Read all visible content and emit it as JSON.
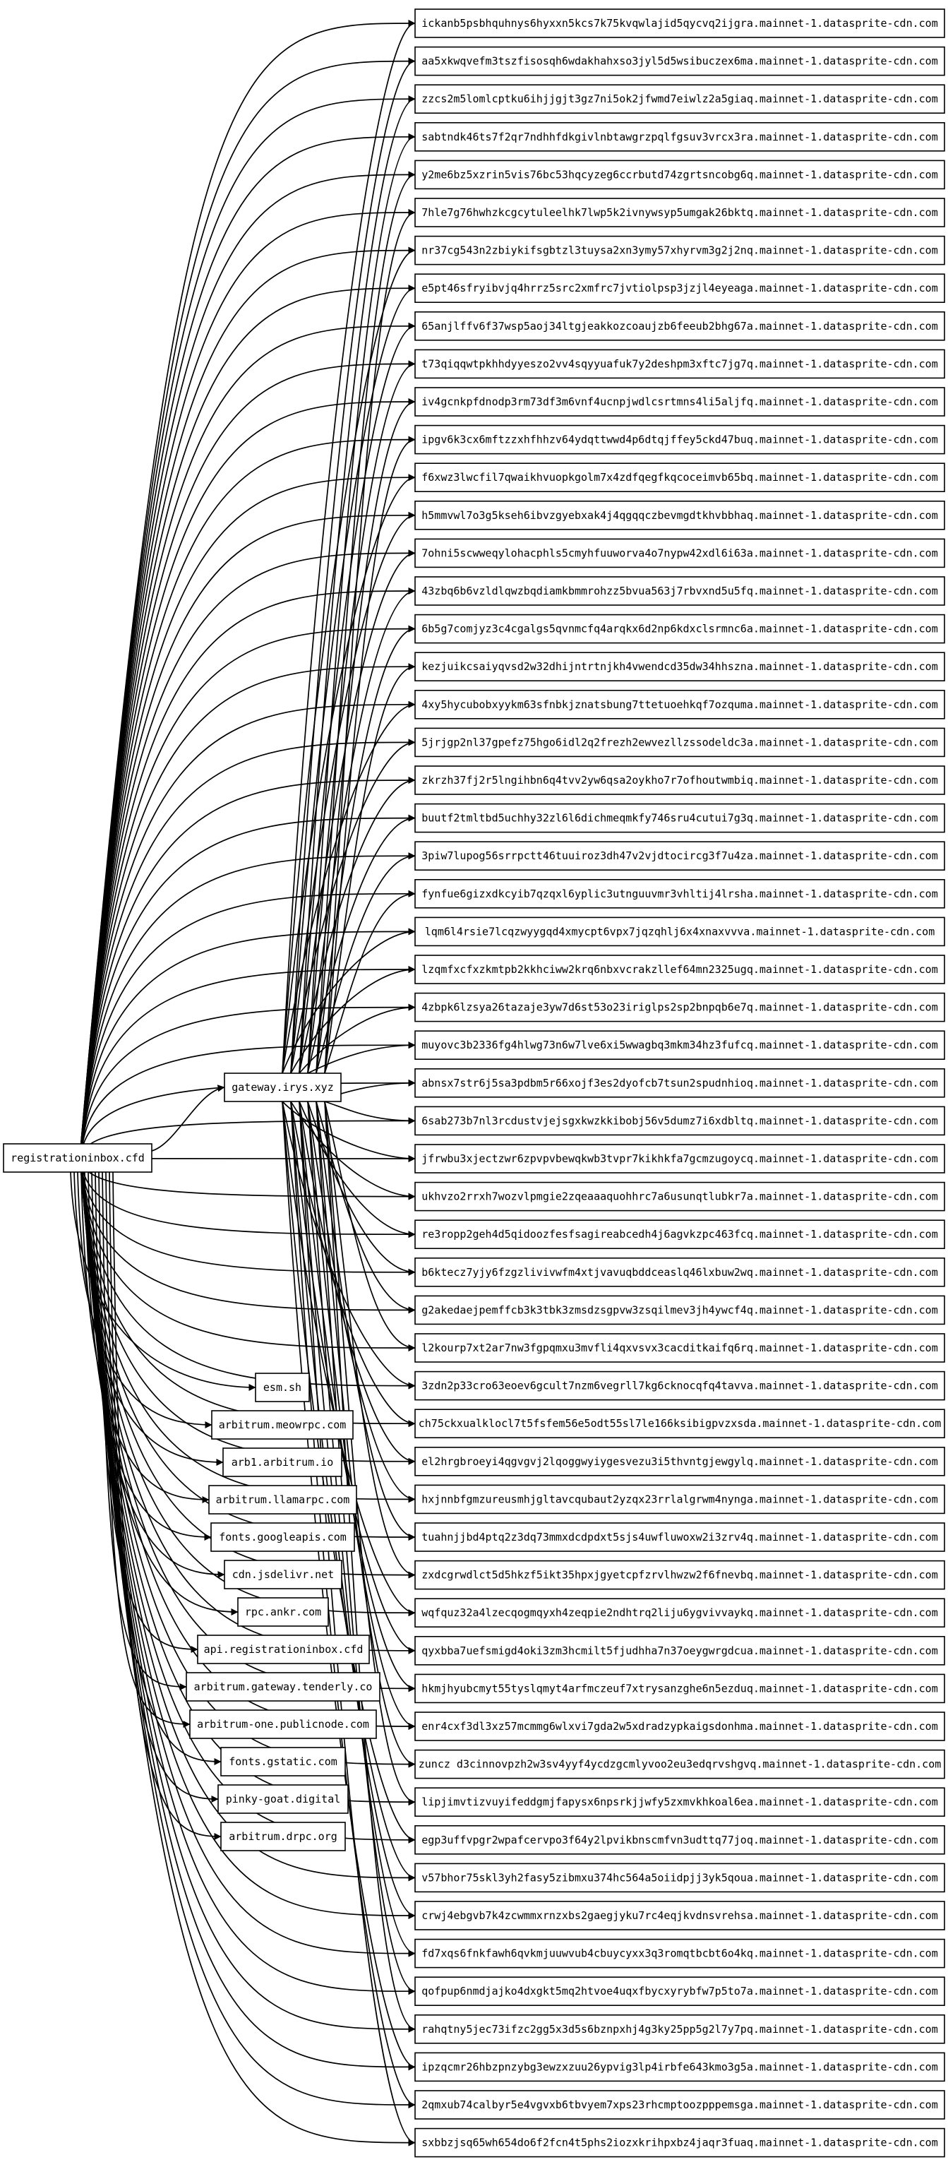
{
  "graph": {
    "root": "registrationinbox.cfd",
    "gateway": "gateway.irys.xyz",
    "direct_hosts": [
      "esm.sh",
      "arbitrum.meowrpc.com",
      "arb1.arbitrum.io",
      "arbitrum.llamarpc.com",
      "fonts.googleapis.com",
      "cdn.jsdelivr.net",
      "rpc.ankr.com",
      "api.registrationinbox.cfd",
      "arbitrum.gateway.tenderly.co",
      "arbitrum-one.publicnode.com",
      "fonts.gstatic.com",
      "pinky-goat.digital",
      "arbitrum.drpc.org"
    ],
    "cdn_hosts": [
      "ickanb5psbhquhnys6hyxxn5kcs7k75kvqwlajid5qycvq2ijgra.mainnet-1.datasprite-cdn.com",
      "aa5xkwqvefm3tszfisosqh6wdakhahxso3jyl5d5wsibuczex6ma.mainnet-1.datasprite-cdn.com",
      "zzcs2m5lomlcptku6ihjjgjt3gz7ni5ok2jfwmd7eiwlz2a5giaq.mainnet-1.datasprite-cdn.com",
      "sabtndk46ts7f2qr7ndhhfdkgivlnbtawgrzpqlfgsuv3vrcx3ra.mainnet-1.datasprite-cdn.com",
      "y2me6bz5xzrin5vis76bc53hqcyzeg6ccrbutd74zgrtsncobg6q.mainnet-1.datasprite-cdn.com",
      "7hle7g76hwhzkcgcytuleelhk7lwp5k2ivnywsyp5umgak26bktq.mainnet-1.datasprite-cdn.com",
      "nr37cg543n2zbiykifsgbtzl3tuysa2xn3ymy57xhyrvm3g2j2nq.mainnet-1.datasprite-cdn.com",
      "e5pt46sfryibvjq4hrrz5src2xmfrc7jvtiolpsp3jzjl4eyeaga.mainnet-1.datasprite-cdn.com",
      "65anjlffv6f37wsp5aoj34ltgjeakkozcoaujzb6feeub2bhg67a.mainnet-1.datasprite-cdn.com",
      "t73qiqqwtpkhhdyyeszo2vv4sqyyuafuk7y2deshpm3xftc7jg7q.mainnet-1.datasprite-cdn.com",
      "iv4gcnkpfdnodp3rm73df3m6vnf4ucnpjwdlcsrtmns4li5aljfq.mainnet-1.datasprite-cdn.com",
      "ipgv6k3cx6mftzzxhfhhzv64ydqttwwd4p6dtqjffey5ckd47buq.mainnet-1.datasprite-cdn.com",
      "f6xwz3lwcfil7qwaikhvuopkgolm7x4zdfqegfkqcoceimvb65bq.mainnet-1.datasprite-cdn.com",
      "h5mmvwl7o3g5kseh6ibvzgyebxak4j4qgqqczbevmgdtkhvbbhaq.mainnet-1.datasprite-cdn.com",
      "7ohni5scwweqylohacphls5cmyhfuuworva4o7nypw42xdl6i63a.mainnet-1.datasprite-cdn.com",
      "43zbq6b6vzldlqwzbqdiamkbmmrohzz5bvua563j7rbvxnd5u5fq.mainnet-1.datasprite-cdn.com",
      "6b5g7comjyz3c4cgalgs5qvnmcfq4arqkx6d2np6kdxclsrmnc6a.mainnet-1.datasprite-cdn.com",
      "kezjuikcsaiyqvsd2w32dhijntrtnjkh4vwendcd35dw34hhszna.mainnet-1.datasprite-cdn.com",
      "4xy5hycubobxyykm63sfnbkjznatsbung7ttetuoehkqf7ozquma.mainnet-1.datasprite-cdn.com",
      "5jrjgp2nl37gpefz75hgo6idl2q2frezh2ewvezllzssodeldc3a.mainnet-1.datasprite-cdn.com",
      "zkrzh37fj2r5lngihbn6q4tvv2yw6qsa2oykho7r7ofhoutwmbiq.mainnet-1.datasprite-cdn.com",
      "buutf2tmltbd5uchhy32zl6l6dichmeqmkfy746sru4cutui7g3q.mainnet-1.datasprite-cdn.com",
      "3piw7lupog56srrpctt46tuuiroz3dh47v2vjdtocircg3f7u4za.mainnet-1.datasprite-cdn.com",
      "fynfue6gizxdkcyib7qzqxl6yplic3utnguuvmr3vhltij4lrsha.mainnet-1.datasprite-cdn.com",
      "lqm6l4rsie7lcqzwyygqd4xmycpt6vpx7jqzqhlj6x4xnaxvvva.mainnet-1.datasprite-cdn.com",
      "lzqmfxcfxzkmtpb2kkhciww2krq6nbxvcrakzllef64mn2325ugq.mainnet-1.datasprite-cdn.com",
      "4zbpk6lzsya26tazaje3yw7d6st53o23iriglps2sp2bnpqb6e7q.mainnet-1.datasprite-cdn.com",
      "muyovc3b2336fg4hlwg73n6w7lve6xi5wwagbq3mkm34hz3fufcq.mainnet-1.datasprite-cdn.com",
      "abnsx7str6j5sa3pdbm5r66xojf3es2dyofcb7tsun2spudnhioq.mainnet-1.datasprite-cdn.com",
      "6sab273b7nl3rcdustvjejsgxkwzkkibobj56v5dumz7i6xdbltq.mainnet-1.datasprite-cdn.com",
      "jfrwbu3xjectzwr6zpvpvbewqkwb3tvpr7kikhkfa7gcmzugoycq.mainnet-1.datasprite-cdn.com",
      "ukhvzo2rrxh7wozvlpmgie2zqeaaaquohhrc7a6usunqtlubkr7a.mainnet-1.datasprite-cdn.com",
      "re3ropp2geh4d5qidoozfesfsagireabcedh4j6agvkzpc463fcq.mainnet-1.datasprite-cdn.com",
      "b6ktecz7yjy6fzgzlivivwfm4xtjvavuqbddceaslq46lxbuw2wq.mainnet-1.datasprite-cdn.com",
      "g2akedaejpemffcb3k3tbk3zmsdzsgpvw3zsqilmev3jh4ywcf4q.mainnet-1.datasprite-cdn.com",
      "l2kourp7xt2ar7nw3fgpqmxu3mvfli4qxvsvx3cacditkaifq6rq.mainnet-1.datasprite-cdn.com",
      "3zdn2p33cro63eoev6gcult7nzm6vegrll7kg6cknocqfq4tavva.mainnet-1.datasprite-cdn.com",
      "ch75ckxualklocl7t5fsfem56e5odt55sl7le166ksibigpvzxsda.mainnet-1.datasprite-cdn.com",
      "el2hrgbroeyi4qgvgvj2lqoggwyiygesvezu3i5thvntgjewgylq.mainnet-1.datasprite-cdn.com",
      "hxjnnbfgmzureusmhjgltavcqubaut2yzqx23rrlalgrwm4nynga.mainnet-1.datasprite-cdn.com",
      "tuahnjjbd4ptq2z3dq73mmxdcdpdxt5sjs4uwfluwoxw2i3zrv4q.mainnet-1.datasprite-cdn.com",
      "zxdcgrwdlct5d5hkzf5ikt35hpxjgyetcpfzrvlhwzw2f6fnevbq.mainnet-1.datasprite-cdn.com",
      "wqfquz32a4lzecqogmqyxh4zeqpie2ndhtrq2liju6ygvivvaykq.mainnet-1.datasprite-cdn.com",
      "qyxbba7uefsmigd4oki3zm3hcmilt5fjudhha7n37oeygwrgdcua.mainnet-1.datasprite-cdn.com",
      "hkmjhyubcmyt55tyslqmyt4arfmczeuf7xtrysanzghe6n5ezduq.mainnet-1.datasprite-cdn.com",
      "enr4cxf3dl3xz57mcmmg6wlxvi7gda2w5xdradzypkaigsdonhma.mainnet-1.datasprite-cdn.com",
      "zuncz d3cinnovpzh2w3sv4yyf4ycdzgcmlyvoo2eu3edqrvshgvq.mainnet-1.datasprite-cdn.com",
      "lipjimvtizvuyifeddgmjfapysx6npsrkjjwfy5zxmvkhkoal6ea.mainnet-1.datasprite-cdn.com",
      "egp3uffvpgr2wpafcervpo3f64y2lpvikbnscmfvn3udttq77joq.mainnet-1.datasprite-cdn.com",
      "v57bhor75skl3yh2fasy5zibmxu374hc564a5oiidpjj3yk5qoua.mainnet-1.datasprite-cdn.com",
      "crwj4ebgvb7k4zcwmmxrnzxbs2gaegjyku7rc4eqjkvdnsvrehsa.mainnet-1.datasprite-cdn.com",
      "fd7xqs6fnkfawh6qvkmjuuwvub4cbuycyxx3q3romqtbcbt6o4kq.mainnet-1.datasprite-cdn.com",
      "qofpup6nmdjajko4dxgkt5mq2htvoe4uqxfbycxyrybfw7p5to7a.mainnet-1.datasprite-cdn.com",
      "rahqtny5jec73ifzc2gg5x3d5s6bznpxhj4g3ky25pp5g2l7y7pq.mainnet-1.datasprite-cdn.com",
      "ipzqcmr26hbzpnzybg3ewzxzuu26ypvig3lp4irbfe643kmo3g5a.mainnet-1.datasprite-cdn.com",
      "2qmxub74calbyr5e4vgvxb6tbvyem7xps23rhcmptoozpppemsga.mainnet-1.datasprite-cdn.com",
      "sxbbzjsq65wh654do6f2fcn4t5phs2iozxkrihpxbz4jaqr3fuaq.mainnet-1.datasprite-cdn.com"
    ]
  }
}
